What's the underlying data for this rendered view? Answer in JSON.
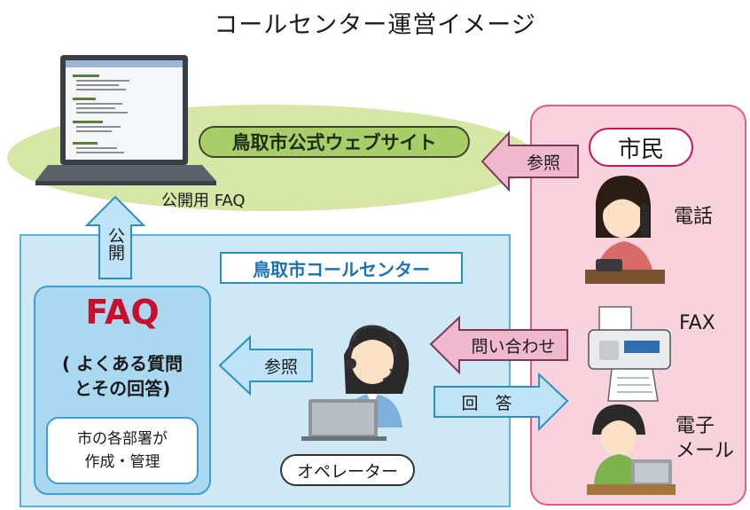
{
  "title": "コールセンター運営イメージ",
  "website": {
    "label": "鳥取市公式ウェブサイト",
    "public_faq": "公開用 FAQ"
  },
  "citizens": {
    "label": "市民",
    "channels": {
      "phone": "電話",
      "fax": "FAX",
      "email_line1": "電子",
      "email_line2": "メール"
    }
  },
  "call_center": {
    "label": "鳥取市コールセンター",
    "faq_title": "FAQ",
    "faq_sub_line1": "( よくある質問",
    "faq_sub_line2": "とその回答)",
    "faq_note_line1": "市の各部署が",
    "faq_note_line2": "作成・管理",
    "operator": "オペレーター"
  },
  "arrows": {
    "publish": "公開",
    "reference_top": "参照",
    "reference_faq": "参照",
    "inquiry": "問い合わせ",
    "answer": "回　答"
  },
  "colors": {
    "citizen_accent": "#e05a8c",
    "call_center_accent": "#59b2dc",
    "faq_title": "#c8102e",
    "website_green": "#a8ce6a"
  }
}
